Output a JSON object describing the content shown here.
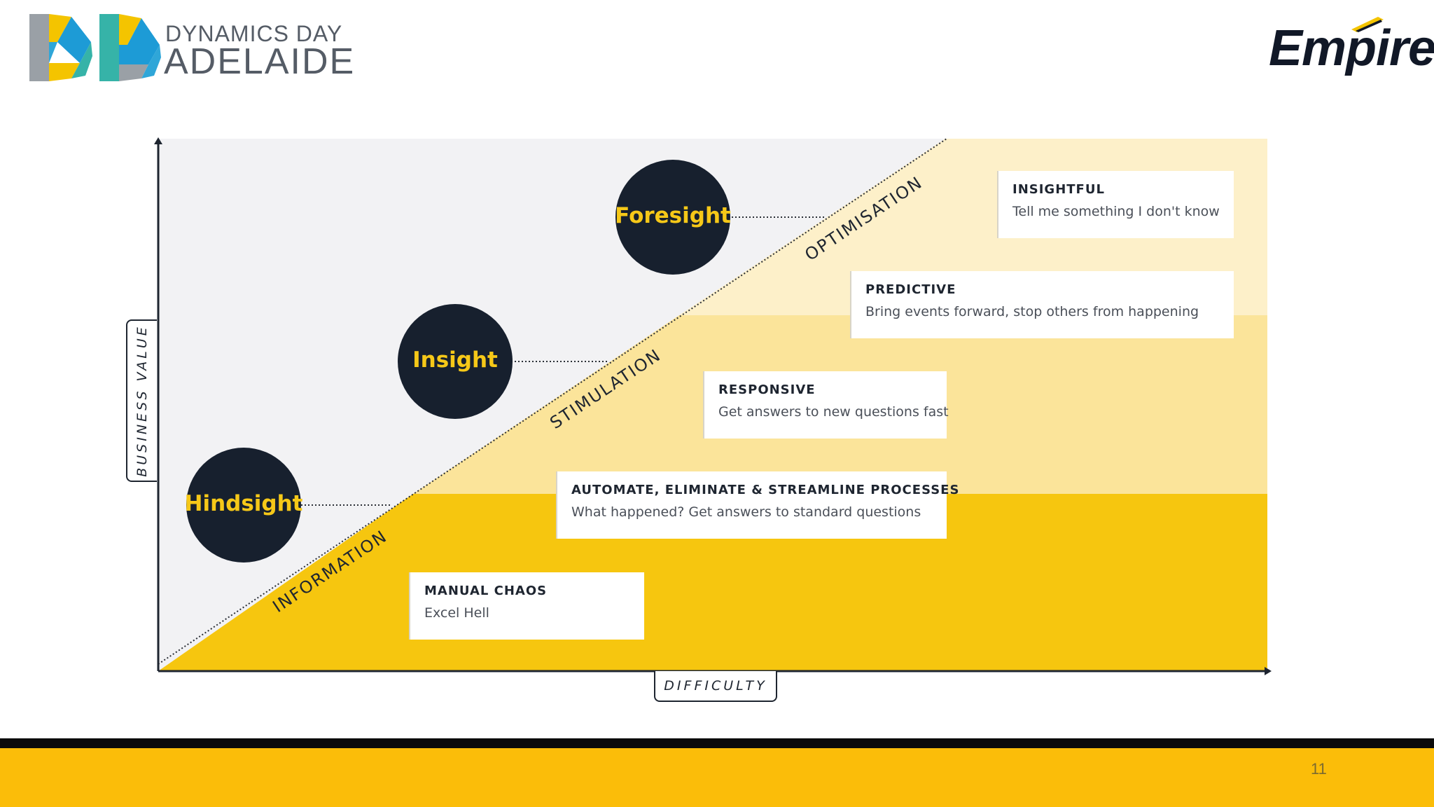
{
  "header": {
    "event_line1": "DYNAMICS DAY",
    "event_line2": "ADELAIDE",
    "brand": "Empired"
  },
  "diagram": {
    "circles": [
      {
        "label": "Foresight"
      },
      {
        "label": "Insight"
      },
      {
        "label": "Hindsight"
      }
    ],
    "diagonal_labels": [
      "OPTIMISATION",
      "STIMULATION",
      "INFORMATION"
    ],
    "stages": [
      {
        "title": "INSIGHTFUL",
        "text": "Tell me something I don't know"
      },
      {
        "title": "PREDICTIVE",
        "text": "Bring events forward, stop others from happening"
      },
      {
        "title": "RESPONSIVE",
        "text": "Get answers to new questions fast"
      },
      {
        "title": "AUTOMATE, ELIMINATE & STREAMLINE PROCESSES",
        "text": "What happened? Get answers to standard questions"
      },
      {
        "title": "MANUAL CHAOS",
        "text": "Excel Hell"
      }
    ],
    "y_axis_label": "BUSINESS VALUE",
    "x_axis_label": "DIFFICULTY",
    "colors": {
      "band_light": "#fdf0c9",
      "band_mid": "#fbe49a",
      "band_strong": "#f7cf3f",
      "band_deep": "#f6c60f",
      "upper_area": "#f2f2f4",
      "circle": "#17202e",
      "circle_text": "#f6c818"
    }
  },
  "footer": {
    "page_number": "11",
    "colors": {
      "bar_top": "#0b0b0b",
      "bar_main": "#fbbd09"
    }
  }
}
